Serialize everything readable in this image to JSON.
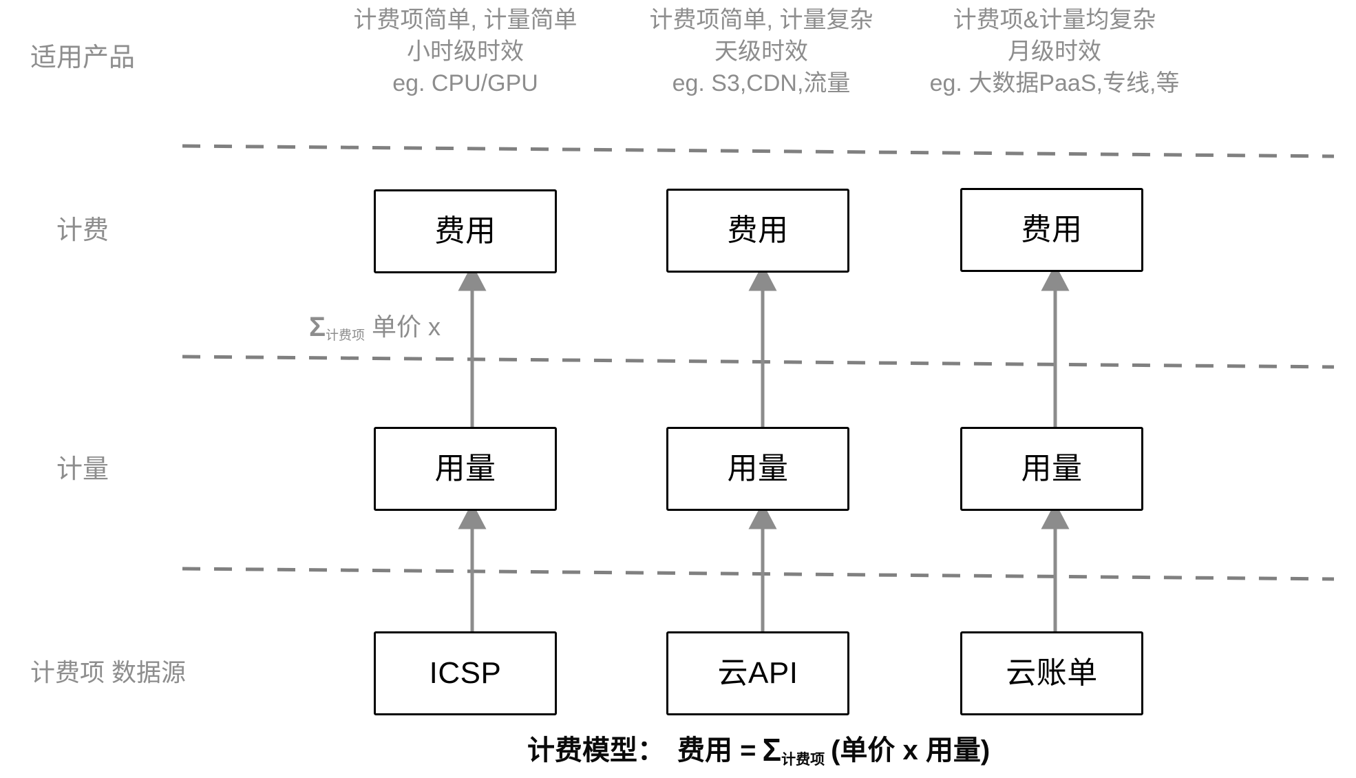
{
  "diagram": {
    "title_formula": {
      "prefix": "计费模型：",
      "expr_lhs": "费用 =",
      "sigma": "Σ",
      "sigma_sub": "计费项",
      "expr_rhs": "(单价 x 用量)"
    },
    "row_labels": [
      {
        "id": "applicable-products",
        "text": "适用产品"
      },
      {
        "id": "billing",
        "text": "计费"
      },
      {
        "id": "metering",
        "text": "计量"
      },
      {
        "id": "billing-item-data-source",
        "text": "计费项 数据源"
      }
    ],
    "columns": [
      {
        "id": "col-1",
        "header_lines": [
          "计费项简单, 计量简单",
          "小时级时效",
          "eg. CPU/GPU"
        ],
        "billing_box": "费用",
        "metering_box": "用量",
        "source_box": "ICSP"
      },
      {
        "id": "col-2",
        "header_lines": [
          "计费项简单, 计量复杂",
          "天级时效",
          "eg. S3,CDN,流量"
        ],
        "billing_box": "费用",
        "metering_box": "用量",
        "source_box": "云API"
      },
      {
        "id": "col-3",
        "header_lines": [
          "计费项&计量均复杂",
          "月级时效",
          "eg. 大数据PaaS,专线,等"
        ],
        "billing_box": "费用",
        "metering_box": "用量",
        "source_box": "云账单"
      }
    ],
    "annotation": {
      "sigma": "Σ",
      "sigma_sub": "计费项",
      "term": "单价 x"
    },
    "colors": {
      "muted_text": "#8d8d8d",
      "box_border": "#000000",
      "arrow": "#8c8c8c",
      "divider": "#808080",
      "background": "#ffffff"
    }
  }
}
